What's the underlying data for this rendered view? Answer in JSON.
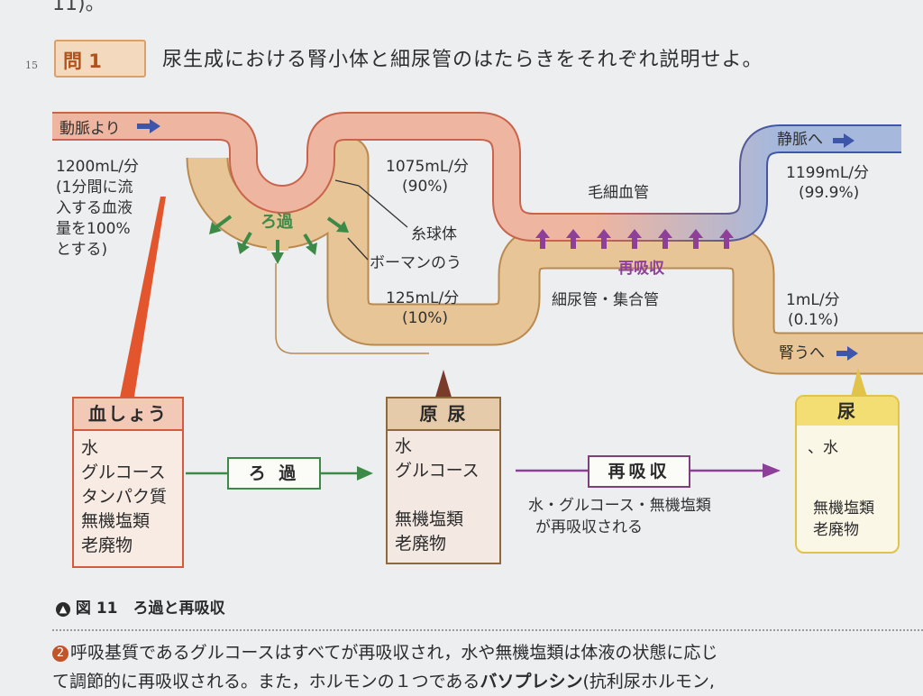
{
  "top_cut": "11)。",
  "line_number": "15",
  "question": {
    "label": "問 1",
    "text": "尿生成における腎小体と細尿管のはたらきをそれぞれ説明せよ。"
  },
  "diagram": {
    "artery": "動脈より",
    "inflow": [
      "1200mL/分",
      "(1分間に流",
      "入する血液",
      "量を100%",
      "とする)"
    ],
    "capillary_flow": [
      "1075mL/分",
      "(90%)"
    ],
    "capillary": "毛細血管",
    "vein": "静脈へ",
    "vein_flow": [
      "1199mL/分",
      "(99.9%)"
    ],
    "filtration": "ろ過",
    "glomerulus": "糸球体",
    "bowman": "ボーマンのう",
    "reabsorption": "再吸収",
    "primary_flow": [
      "125mL/分",
      "(10%)"
    ],
    "tubule": "細尿管・集合管",
    "urine_flow": [
      "1mL/分",
      "(0.1%)"
    ],
    "to_ureter": "腎うへ"
  },
  "boxes": {
    "plasma": {
      "title": "血しょう",
      "items": "水\nグルコース\nタンパク質\n無機塩類\n老廃物"
    },
    "primary_urine": {
      "title": "原 尿",
      "items": "水\nグルコース\n\n無機塩類\n老廃物"
    },
    "urine": {
      "title": "尿",
      "water": "、水",
      "items": "無機塩類\n老廃物"
    }
  },
  "process": {
    "filtration_label": "ろ 過",
    "reabsorption_label": "再吸収",
    "reabsorption_note_1": "水・グルコース・無機塩類",
    "reabsorption_note_2": "が再吸収される"
  },
  "caption": "図 11　ろ過と再吸収",
  "paragraph": {
    "number": "2",
    "line1": "呼吸基質であるグルコースはすべてが再吸収され，水や無機塩類は体液の状態に応じ",
    "line2_a": "て調節的に再吸収される。また，ホルモンの１つである",
    "line2_b": "バソプレシン",
    "line2_c": "(抗利尿ホルモン,"
  },
  "colors": {
    "artery": "#eeb5a0",
    "artery_edge": "#c9644c",
    "vein": "#a6b8dc",
    "vein_edge": "#3e56a8",
    "tubule": "#e8c596",
    "tubule_edge": "#b98a50",
    "filtration_arrow": "#3d8a48",
    "reabsorption_arrow": "#8e3f98"
  }
}
